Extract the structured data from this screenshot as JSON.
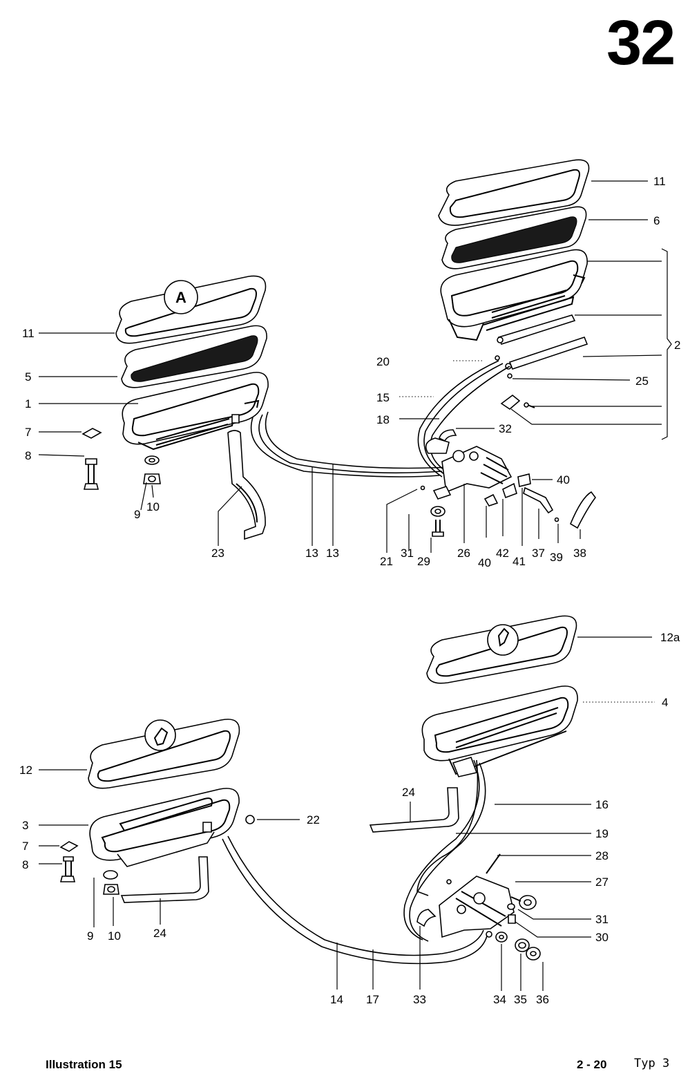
{
  "header": {
    "page_number": "32"
  },
  "footer": {
    "illustration": "Illustration 15",
    "page_ref": "2 - 20",
    "type_label": "Typ 3"
  },
  "badges": {
    "upper_left": "A"
  },
  "callouts_upper": [
    {
      "id": "u11r",
      "text": "11"
    },
    {
      "id": "u6",
      "text": "6"
    },
    {
      "id": "u2",
      "text": "2"
    },
    {
      "id": "u25",
      "text": "25"
    },
    {
      "id": "u20",
      "text": "20"
    },
    {
      "id": "u15",
      "text": "15"
    },
    {
      "id": "u18",
      "text": "18"
    },
    {
      "id": "u32",
      "text": "32"
    },
    {
      "id": "u40a",
      "text": "40"
    },
    {
      "id": "u11l",
      "text": "11"
    },
    {
      "id": "u5",
      "text": "5"
    },
    {
      "id": "u1",
      "text": "1"
    },
    {
      "id": "u7",
      "text": "7"
    },
    {
      "id": "u8",
      "text": "8"
    },
    {
      "id": "u9",
      "text": "9"
    },
    {
      "id": "u10",
      "text": "10"
    },
    {
      "id": "u23",
      "text": "23"
    },
    {
      "id": "u13a",
      "text": "13"
    },
    {
      "id": "u13b",
      "text": "13"
    },
    {
      "id": "u21",
      "text": "21"
    },
    {
      "id": "u31",
      "text": "31"
    },
    {
      "id": "u29",
      "text": "29"
    },
    {
      "id": "u26",
      "text": "26"
    },
    {
      "id": "u40b",
      "text": "40"
    },
    {
      "id": "u42",
      "text": "42"
    },
    {
      "id": "u41",
      "text": "41"
    },
    {
      "id": "u37",
      "text": "37"
    },
    {
      "id": "u39",
      "text": "39"
    },
    {
      "id": "u38",
      "text": "38"
    }
  ],
  "callouts_lower": [
    {
      "id": "l12a",
      "text": "12a"
    },
    {
      "id": "l4",
      "text": "4"
    },
    {
      "id": "l12",
      "text": "12"
    },
    {
      "id": "l3",
      "text": "3"
    },
    {
      "id": "l22",
      "text": "22"
    },
    {
      "id": "l7",
      "text": "7"
    },
    {
      "id": "l8",
      "text": "8"
    },
    {
      "id": "l9",
      "text": "9"
    },
    {
      "id": "l10",
      "text": "10"
    },
    {
      "id": "l24a",
      "text": "24"
    },
    {
      "id": "l24b",
      "text": "24"
    },
    {
      "id": "l16",
      "text": "16"
    },
    {
      "id": "l19",
      "text": "19"
    },
    {
      "id": "l28",
      "text": "28"
    },
    {
      "id": "l27",
      "text": "27"
    },
    {
      "id": "l31",
      "text": "31"
    },
    {
      "id": "l30",
      "text": "30"
    },
    {
      "id": "l14",
      "text": "14"
    },
    {
      "id": "l17",
      "text": "17"
    },
    {
      "id": "l33",
      "text": "33"
    },
    {
      "id": "l34",
      "text": "34"
    },
    {
      "id": "l35",
      "text": "35"
    },
    {
      "id": "l36",
      "text": "36"
    }
  ]
}
